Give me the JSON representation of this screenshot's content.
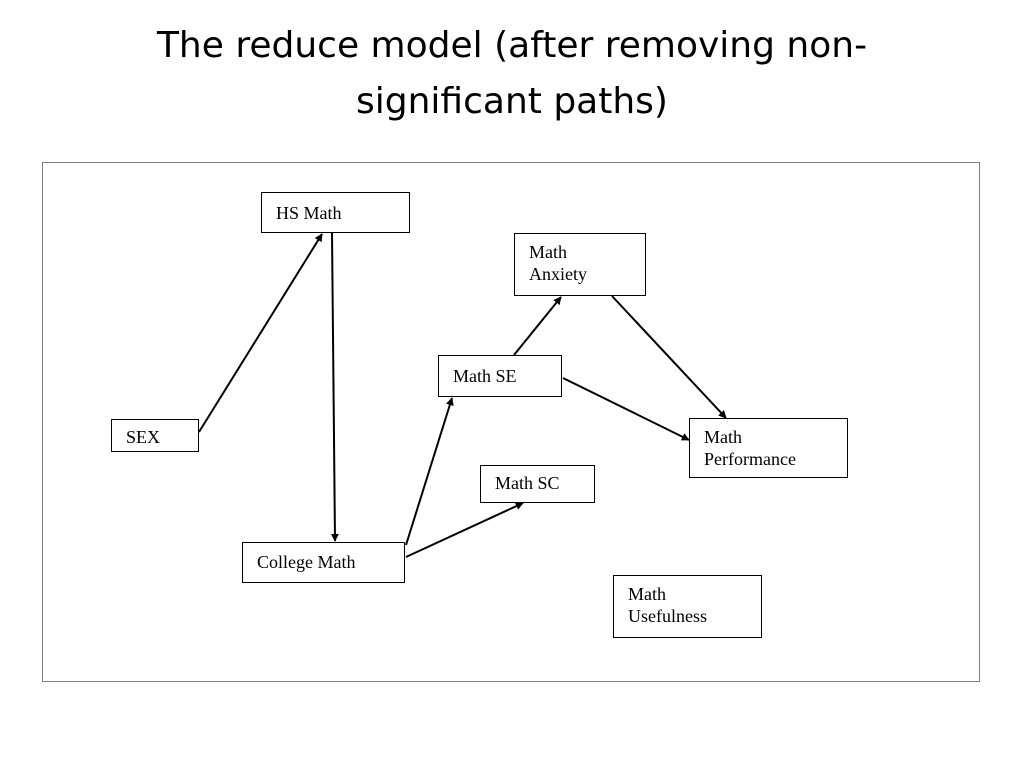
{
  "title": {
    "line1": "The reduce model (after removing non-",
    "line2": "significant paths)"
  },
  "nodes": {
    "hs_math": [
      "HS Math"
    ],
    "math_anxiety": [
      "Math",
      "Anxiety"
    ],
    "math_se": [
      "Math SE"
    ],
    "sex": [
      "SEX"
    ],
    "math_performance": [
      "Math",
      "Performance"
    ],
    "math_sc": [
      "Math SC"
    ],
    "college_math": [
      "College Math"
    ],
    "math_usefulness": [
      "Math",
      "Usefulness"
    ]
  },
  "paths": [
    {
      "from": "SEX",
      "to": "HS Math"
    },
    {
      "from": "HS Math",
      "to": "College Math"
    },
    {
      "from": "College Math",
      "to": "Math SE"
    },
    {
      "from": "College Math",
      "to": "Math SC"
    },
    {
      "from": "Math SE",
      "to": "Math Anxiety"
    },
    {
      "from": "Math SE",
      "to": "Math Performance"
    },
    {
      "from": "Math Anxiety",
      "to": "Math Performance"
    }
  ]
}
